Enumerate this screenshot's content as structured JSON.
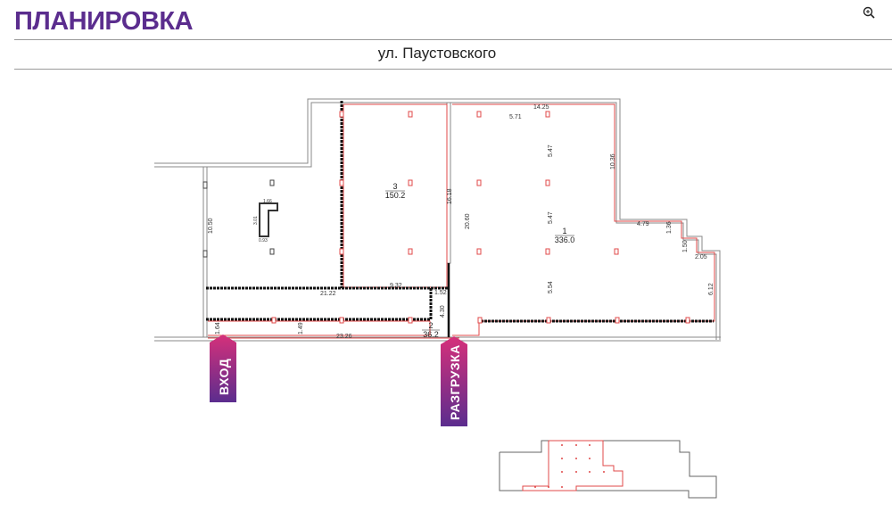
{
  "header": {
    "title": "ПЛАНИРОВКА",
    "street": "ул. Паустовского",
    "zoom_icon": "zoom-in-icon"
  },
  "colors": {
    "brand_purple": "#5b2d8e",
    "brand_pink": "#d6307a",
    "room_outline": "#e04848",
    "wall": "#888888"
  },
  "rooms": [
    {
      "number": "3",
      "area": "150.2"
    },
    {
      "number": "1",
      "area": "336.0"
    },
    {
      "number": "2",
      "area": "36.2"
    }
  ],
  "dimensions": [
    "14.25",
    "5.71",
    "5.47",
    "5.47",
    "5.54",
    "10.36",
    "4.79",
    "1.36",
    "1.50",
    "2.05",
    "6.12",
    "20.60",
    "16.18",
    "10.50",
    "21.22",
    "9.32",
    "1.52",
    "4.30",
    "23.26",
    "1.49",
    "1.64",
    "1.66",
    "3.01",
    "0.93"
  ],
  "markers": {
    "entrance": "ВХОД",
    "unloading": "РАЗГРУЗКА"
  }
}
